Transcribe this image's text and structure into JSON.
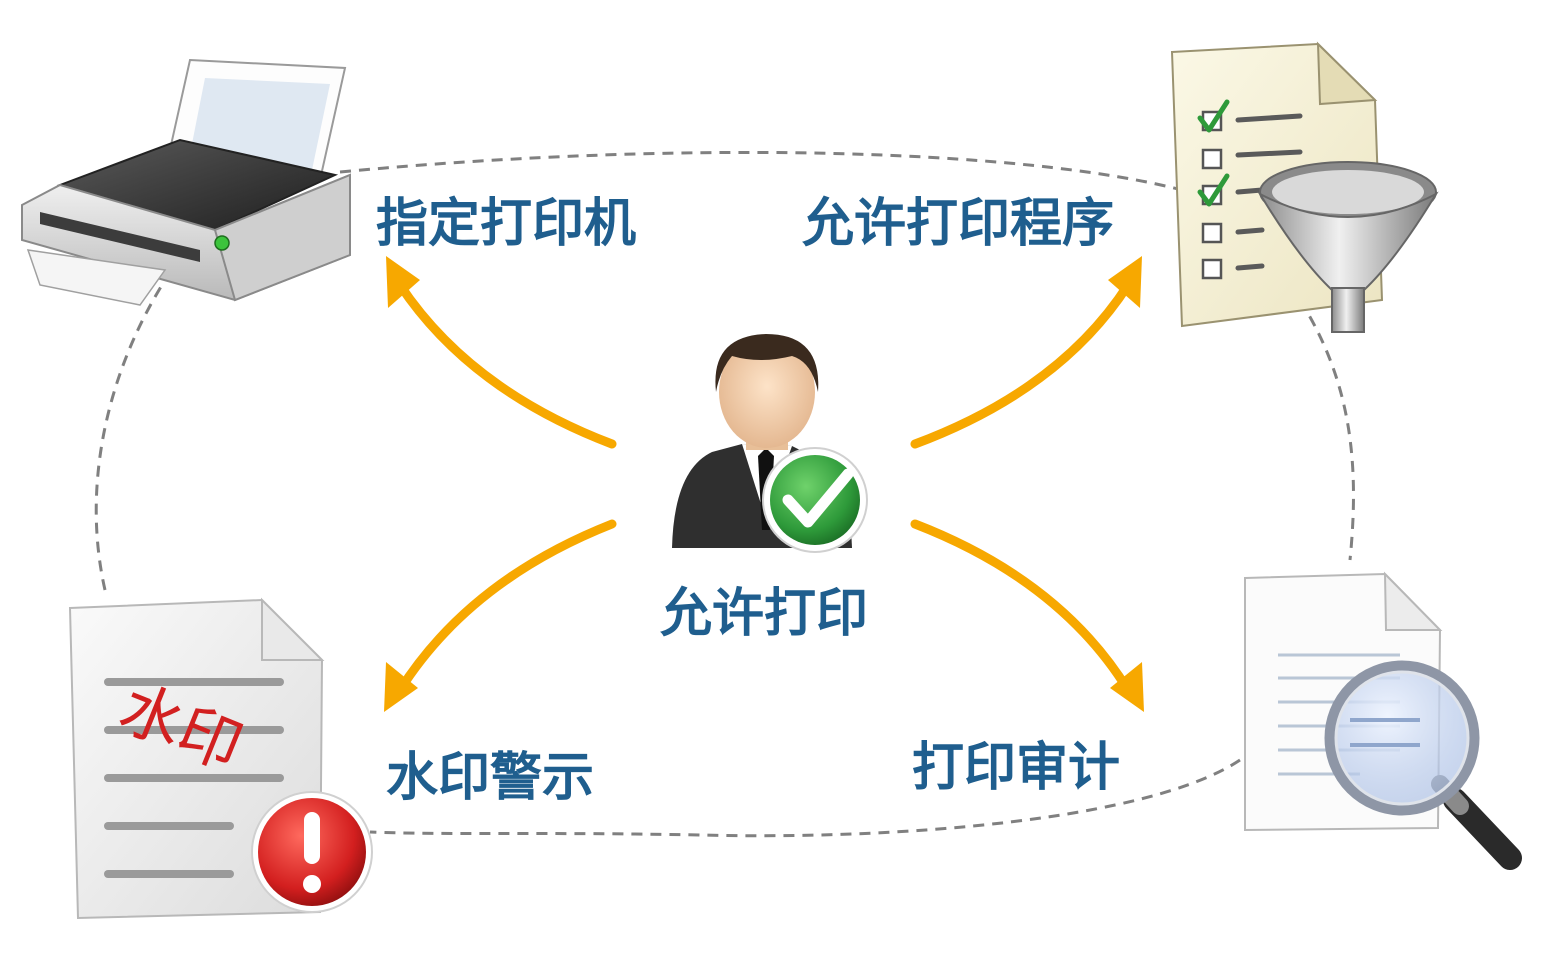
{
  "center": {
    "label": "允许打印",
    "icon": "user-check-icon"
  },
  "nodes": {
    "printer": {
      "label": "指定打印机",
      "icon": "printer-icon"
    },
    "program": {
      "label": "允许打印程序",
      "icon": "checklist-filter-icon"
    },
    "watermark": {
      "label": "水印警示",
      "icon": "watermark-warning-icon",
      "stamp_text": "水印"
    },
    "audit": {
      "label": "打印审计",
      "icon": "document-search-icon"
    }
  },
  "colors": {
    "label": "#1f5e8e",
    "arrow": "#f7a800",
    "dashed_loop": "#808080",
    "check_green": "#2e9a3a",
    "alert_red": "#d31f1f",
    "stamp_red": "#d22020"
  }
}
